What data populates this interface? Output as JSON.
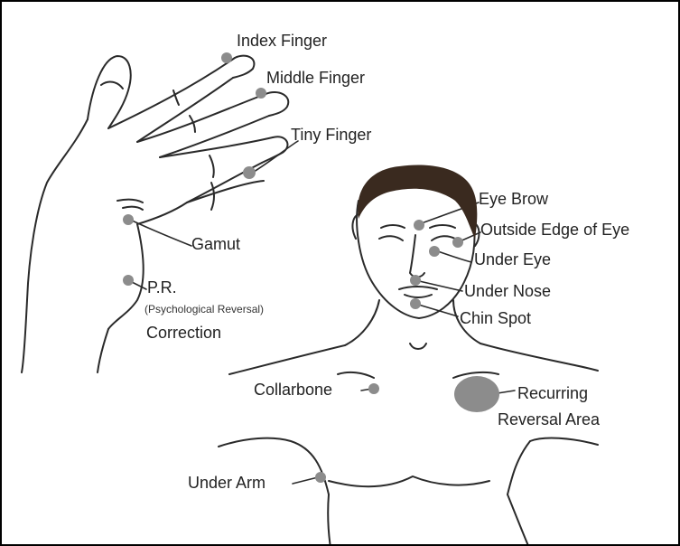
{
  "labels": {
    "index_finger": "Index Finger",
    "middle_finger": "Middle Finger",
    "tiny_finger": "Tiny Finger",
    "gamut": "Gamut",
    "pr": "P.R.",
    "pr_sub": "(Psychological Reversal)",
    "pr_correction": "Correction",
    "eye_brow": "Eye Brow",
    "outside_edge_of_eye": "Outside Edge of Eye",
    "under_eye": "Under Eye",
    "under_nose": "Under Nose",
    "chin_spot": "Chin Spot",
    "collarbone": "Collarbone",
    "recurring": "Recurring",
    "reversal_area": "Reversal Area",
    "under_arm": "Under Arm"
  },
  "colors": {
    "ink": "#2a2a2a",
    "point": "#8c8c8c",
    "hair": "#3a2a1f"
  }
}
